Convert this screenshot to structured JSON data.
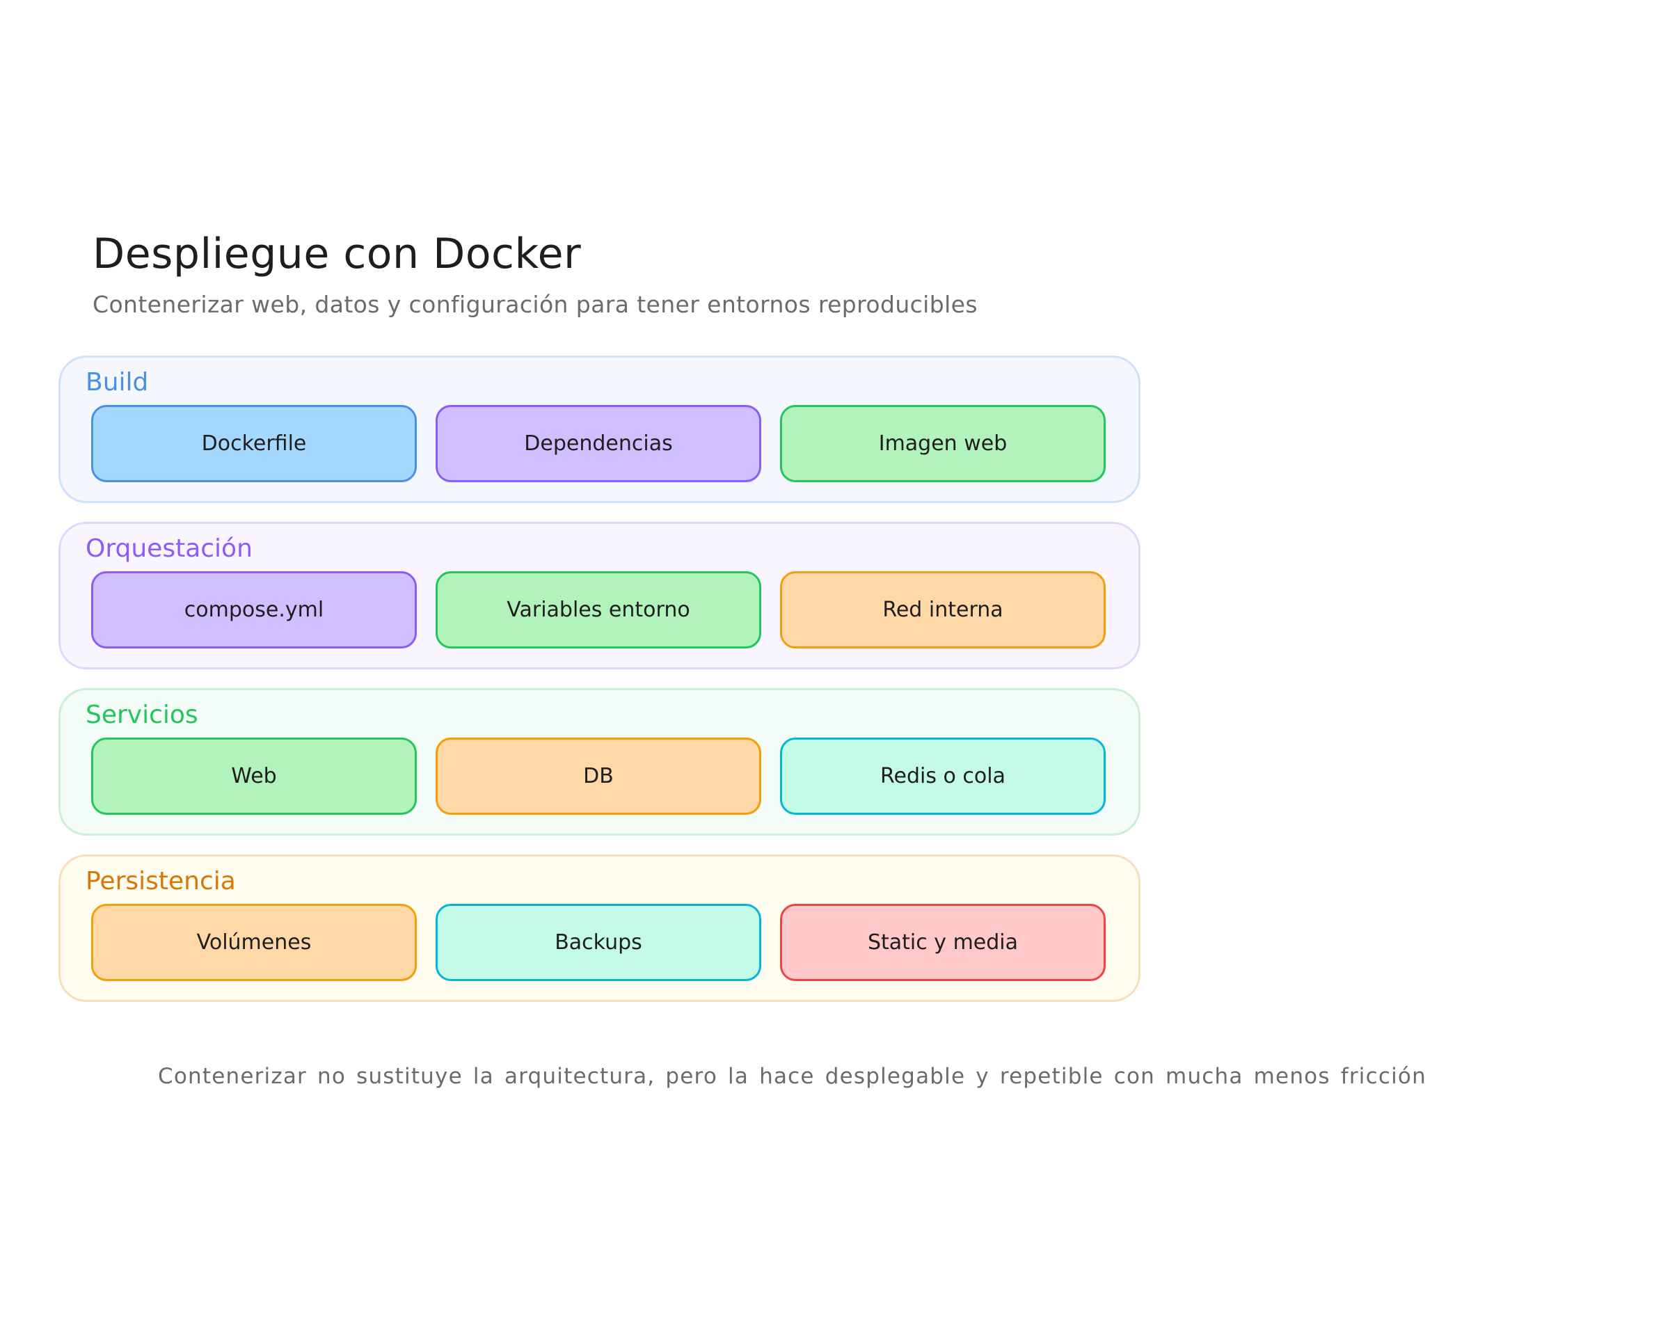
{
  "header": {
    "title": "Despliegue con Docker",
    "subtitle": "Contenerizar web, datos y configuración para tener entornos reproducibles"
  },
  "groups": [
    {
      "label": "Build",
      "label_color": "#4a90e2",
      "fill": "#f4f8fe",
      "border": "#cfe2f8",
      "nodes": [
        {
          "label": "Dockerfile",
          "fill": "#a5d8ff",
          "stroke": "#4a90e2"
        },
        {
          "label": "Dependencias",
          "fill": "#d0bfff",
          "stroke": "#8b5cf6"
        },
        {
          "label": "Imagen web",
          "fill": "#b2f2bb",
          "stroke": "#22c55e"
        }
      ]
    },
    {
      "label": "Orquestación",
      "label_color": "#8b5cf6",
      "fill": "#f8f5fe",
      "border": "#e2d6fb",
      "nodes": [
        {
          "label": "compose.yml",
          "fill": "#d0bfff",
          "stroke": "#8b5cf6"
        },
        {
          "label": "Variables entorno",
          "fill": "#b2f2bb",
          "stroke": "#22c55e"
        },
        {
          "label": "Red interna",
          "fill": "#ffd8a8",
          "stroke": "#f59e0b"
        }
      ]
    },
    {
      "label": "Servicios",
      "label_color": "#22c55e",
      "fill": "#f3fcf6",
      "border": "#c9f0d6",
      "nodes": [
        {
          "label": "Web",
          "fill": "#b2f2bb",
          "stroke": "#22c55e"
        },
        {
          "label": "DB",
          "fill": "#ffd8a8",
          "stroke": "#f59e0b"
        },
        {
          "label": "Redis o cola",
          "fill": "#c3fae8",
          "stroke": "#06b6d4"
        }
      ]
    },
    {
      "label": "Persistencia",
      "label_color": "#d97706",
      "fill": "#fffcf0",
      "border": "#f6dfbd",
      "nodes": [
        {
          "label": "Volúmenes",
          "fill": "#ffd8a8",
          "stroke": "#f59e0b"
        },
        {
          "label": "Backups",
          "fill": "#c3fae8",
          "stroke": "#06b6d4"
        },
        {
          "label": "Static y media",
          "fill": "#ffc9c9",
          "stroke": "#ef4444"
        }
      ]
    }
  ],
  "footer": {
    "note": "Contenerizar no sustituye la arquitectura, pero la hace desplegable y repetible con mucha menos fricción"
  }
}
